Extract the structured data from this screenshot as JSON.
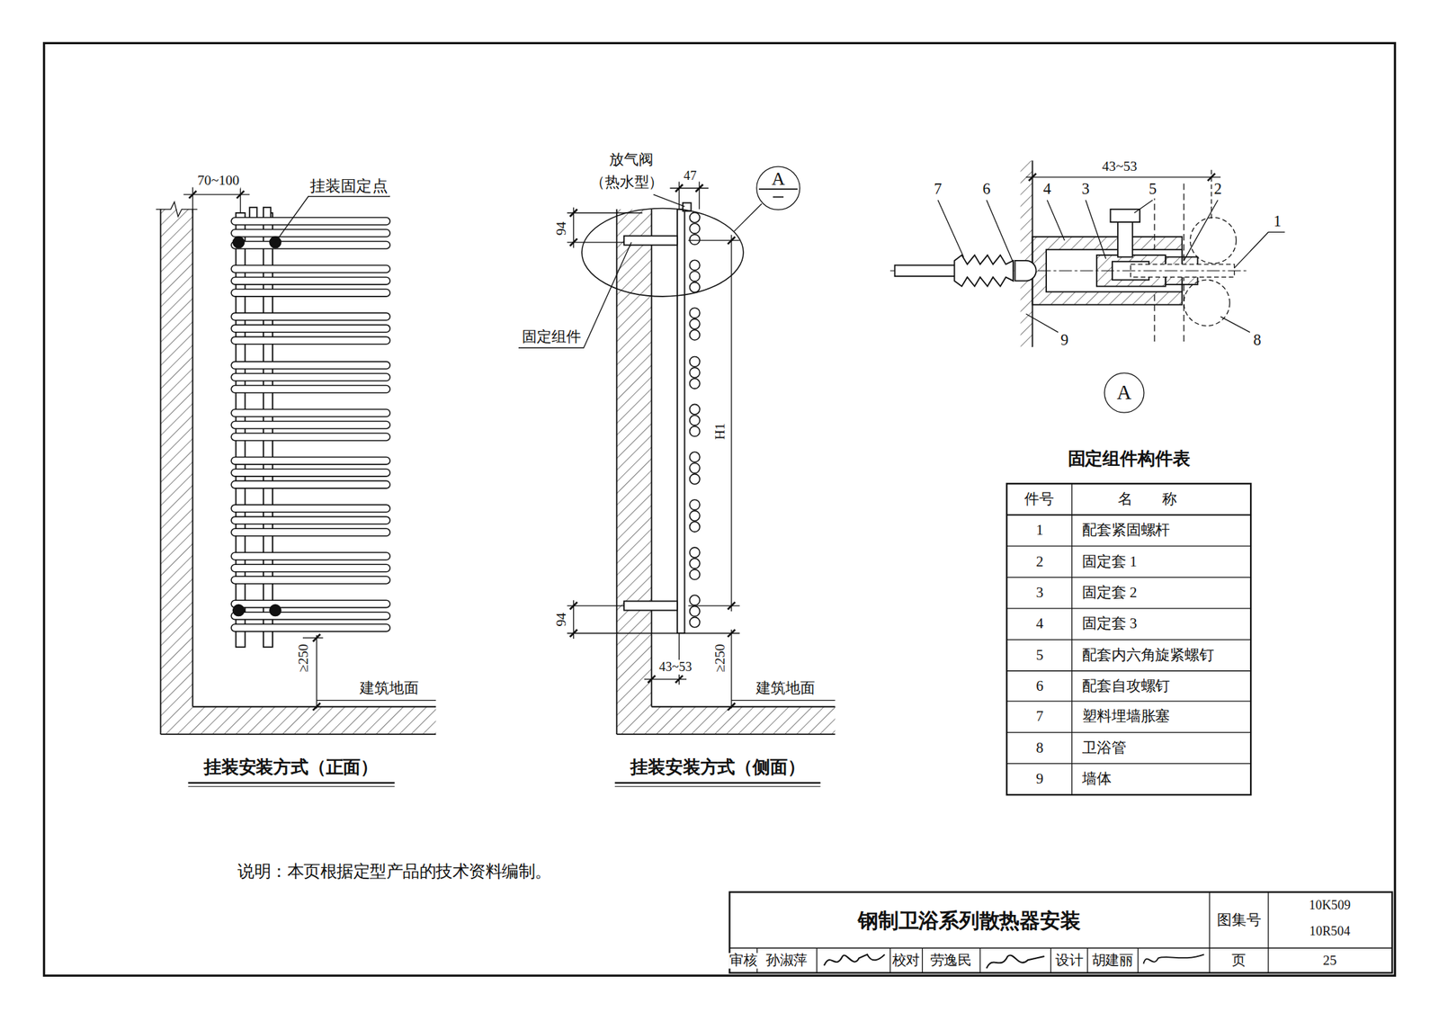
{
  "diagram": {
    "title": "钢制卫浴系列散热器安装",
    "nodes": [
      {
        "text": [
          "A"
        ]
      },
      {
        "text": [
          "A"
        ]
      }
    ],
    "labels": [
      "70~100",
      "挂装固定点",
      "≥250",
      "建筑地面",
      "挂装安装方式（正面）",
      "放气阀",
      "（热水型）",
      "47",
      "94",
      "H1",
      "固定组件",
      "94",
      "43~53",
      "≥250",
      "建筑地面",
      "挂装安装方式（侧面）",
      "43~53",
      "7",
      "6",
      "4",
      "3",
      "5",
      "2",
      "1",
      "9",
      "8",
      "固定组件构件表",
      "件号",
      "名　　称",
      "1",
      "配套紧固螺杆",
      "2",
      "固定套 1",
      "3",
      "固定套 2",
      "4",
      "固定套 3",
      "5",
      "配套内六角旋紧螺钉",
      "6",
      "配套自攻螺钉",
      "7",
      "塑料埋墙胀塞",
      "8",
      "卫浴管",
      "9",
      "墙体",
      "说明：本页根据定型产品的技术资料编制。",
      "图集号",
      "10K509",
      "10R504",
      "审核",
      "孙淑萍",
      "校对",
      "劳逸民",
      "设计",
      "胡建丽",
      "页",
      "25"
    ]
  }
}
